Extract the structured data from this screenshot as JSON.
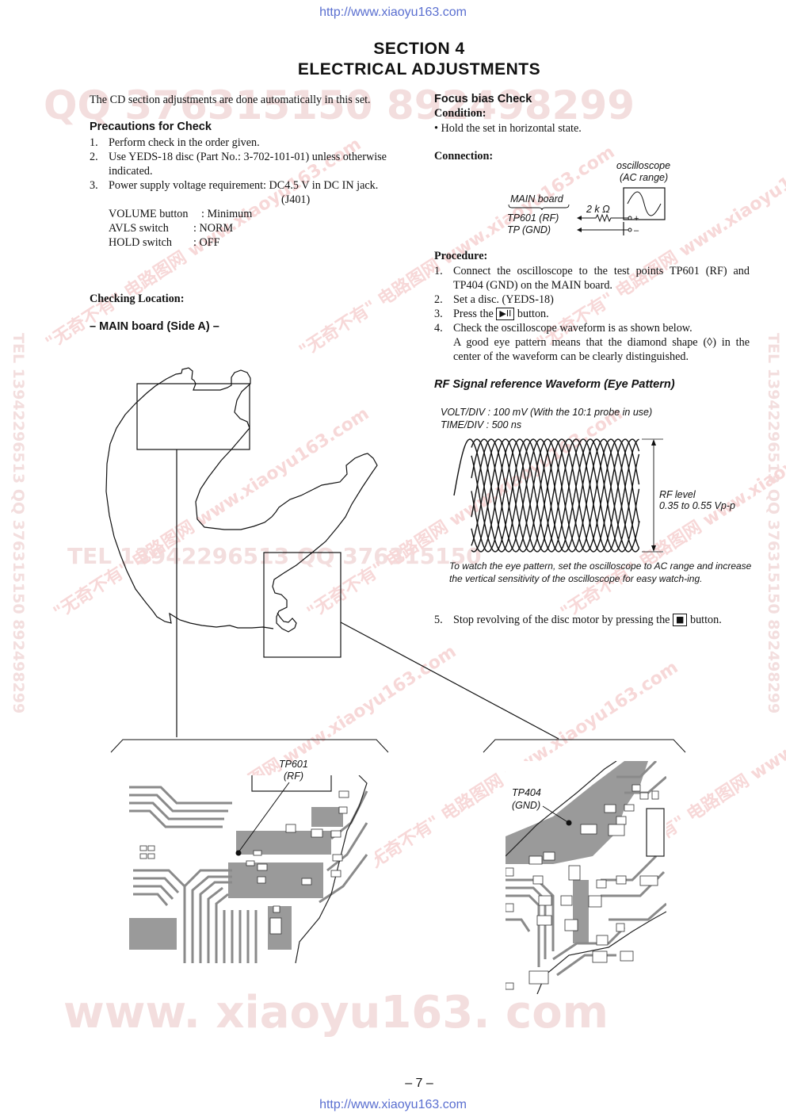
{
  "header_url": "http://www.xiaoyu163.com",
  "footer_url": "http://www.xiaoyu163.com",
  "page_number": "– 7 –",
  "section": {
    "line1": "SECTION  4",
    "line2": "ELECTRICAL  ADJUSTMENTS"
  },
  "intro": "The CD section adjustments are done automatically in this set.",
  "precautions": {
    "heading": "Precautions for Check",
    "items": [
      {
        "num": "1.",
        "text": "Perform check in the order given."
      },
      {
        "num": "2.",
        "text": "Use YEDS-18 disc (Part No.: 3-702-101-01) unless otherwise indicated."
      },
      {
        "num": "3.",
        "text": "Power supply voltage requirement: DC4.5 V in DC IN jack."
      }
    ],
    "jack": "(J401)",
    "settings": [
      {
        "label": "VOLUME button",
        "value": ": Minimum"
      },
      {
        "label": "AVLS switch",
        "value": ": NORM"
      },
      {
        "label": "HOLD switch",
        "value": ": OFF"
      }
    ]
  },
  "checking_location": {
    "heading": "Checking Location:",
    "board": "– MAIN board (Side A) –"
  },
  "focus_bias": {
    "heading": "Focus bias Check",
    "condition_label": "Condition:",
    "condition_text": "• Hold the set in horizontal state.",
    "connection_label": "Connection:"
  },
  "connection_diagram": {
    "scope_label_1": "oscilloscope",
    "scope_label_2": "(AC range)",
    "board_label": "MAIN board",
    "resistor": "2 k Ω",
    "tp1": "TP601 (RF)",
    "tp2": "TP (GND)",
    "plus": "+",
    "minus": "–"
  },
  "procedure": {
    "label": "Procedure:",
    "steps": [
      {
        "num": "1.",
        "text": "Connect the oscilloscope to the test points TP601 (RF) and TP404 (GND) on the MAIN board."
      },
      {
        "num": "2.",
        "text": "Set a disc. (YEDS-18)"
      },
      {
        "num": "3.",
        "pre": "Press the",
        "key": "▶II",
        "post": "button."
      },
      {
        "num": "4.",
        "text": "Check the oscilloscope waveform is as shown below.",
        "extra": "A good eye pattern means that the diamond shape (◊) in the center of the waveform can be clearly distinguished."
      }
    ]
  },
  "waveform": {
    "title": "RF Signal reference Waveform (Eye Pattern)",
    "volt_div": "VOLT/DIV : 100 mV (With the 10:1 probe in use)",
    "time_div": "TIME/DIV : 500 ns",
    "rf_level_1": "RF level",
    "rf_level_2": "0.35 to 0.55 Vp-p",
    "note": "To watch the eye pattern, set the oscilloscope to AC range and increase the vertical sensitivity of the oscilloscope for easy watch-ing."
  },
  "step5": {
    "num": "5.",
    "pre": "Stop revolving of the disc motor by pressing the",
    "key": "■",
    "post": "button."
  },
  "pcb_labels": {
    "tp601_1": "TP601",
    "tp601_2": "(RF)",
    "tp404_1": "TP404",
    "tp404_2": "(GND)"
  },
  "watermarks": {
    "qq": "QQ 376315150  892498299",
    "tel_side": "TEL 13942296513  QQ 376315150  892498299",
    "www": "www. xiaoyu163. com",
    "mid": "TEL 13942296513  QQ 376315150",
    "diag": "\"无奇不有\" 电路图网 www.xiaoyu163.com"
  }
}
